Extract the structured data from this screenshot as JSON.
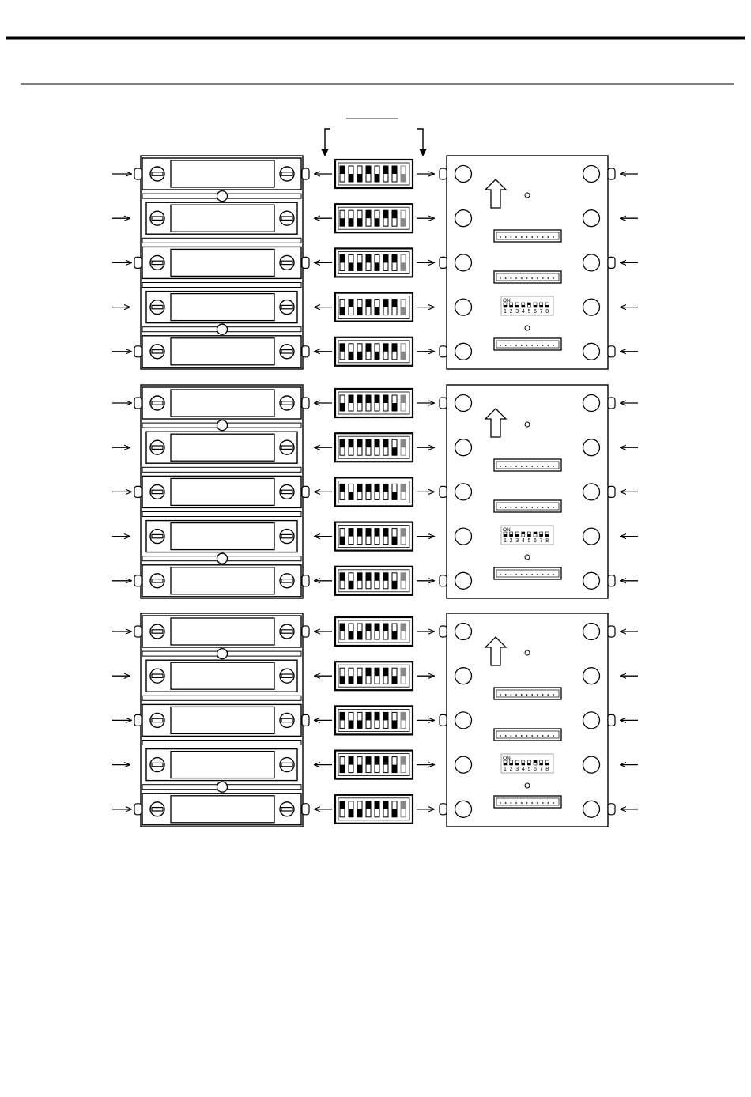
{
  "diagram": {
    "dip_label_on": "ON",
    "dip_numbers": [
      "1",
      "2",
      "3",
      "4",
      "5",
      "6",
      "7",
      "8"
    ],
    "groups": [
      {
        "rows": [
          {
            "switch": [
              1,
              0,
              0,
              1,
              0,
              1,
              1,
              0
            ]
          },
          {
            "switch": [
              0,
              0,
              0,
              1,
              0,
              1,
              1,
              0
            ]
          },
          {
            "switch": [
              1,
              0,
              0,
              1,
              0,
              1,
              1,
              0
            ]
          },
          {
            "switch": [
              0,
              1,
              0,
              1,
              0,
              1,
              1,
              0
            ]
          },
          {
            "switch": [
              1,
              0,
              0,
              1,
              0,
              1,
              1,
              0
            ]
          }
        ],
        "board_dip": [
          1,
          1,
          1,
          1,
          0,
          1,
          1,
          1
        ]
      },
      {
        "rows": [
          {
            "switch": [
              0,
              1,
              1,
              1,
              1,
              1,
              0,
              1
            ]
          },
          {
            "switch": [
              1,
              1,
              1,
              1,
              1,
              1,
              0,
              1
            ]
          },
          {
            "switch": [
              1,
              0,
              1,
              1,
              1,
              1,
              0,
              1
            ]
          },
          {
            "switch": [
              0,
              1,
              1,
              1,
              1,
              1,
              0,
              1
            ]
          },
          {
            "switch": [
              1,
              0,
              1,
              1,
              1,
              1,
              0,
              1
            ]
          }
        ],
        "board_dip": [
          1,
          1,
          1,
          0,
          1,
          0,
          1,
          1
        ]
      },
      {
        "rows": [
          {
            "switch": [
              1,
              0,
              0,
              1,
              1,
              1,
              0,
              1
            ]
          },
          {
            "switch": [
              0,
              0,
              0,
              1,
              1,
              1,
              0,
              1
            ]
          },
          {
            "switch": [
              1,
              0,
              0,
              1,
              1,
              1,
              0,
              1
            ]
          },
          {
            "switch": [
              0,
              1,
              0,
              1,
              1,
              1,
              0,
              1
            ]
          },
          {
            "switch": [
              1,
              0,
              0,
              1,
              1,
              1,
              0,
              1
            ]
          }
        ],
        "board_dip": [
          1,
          1,
          1,
          1,
          1,
          0,
          1,
          1
        ]
      }
    ]
  }
}
